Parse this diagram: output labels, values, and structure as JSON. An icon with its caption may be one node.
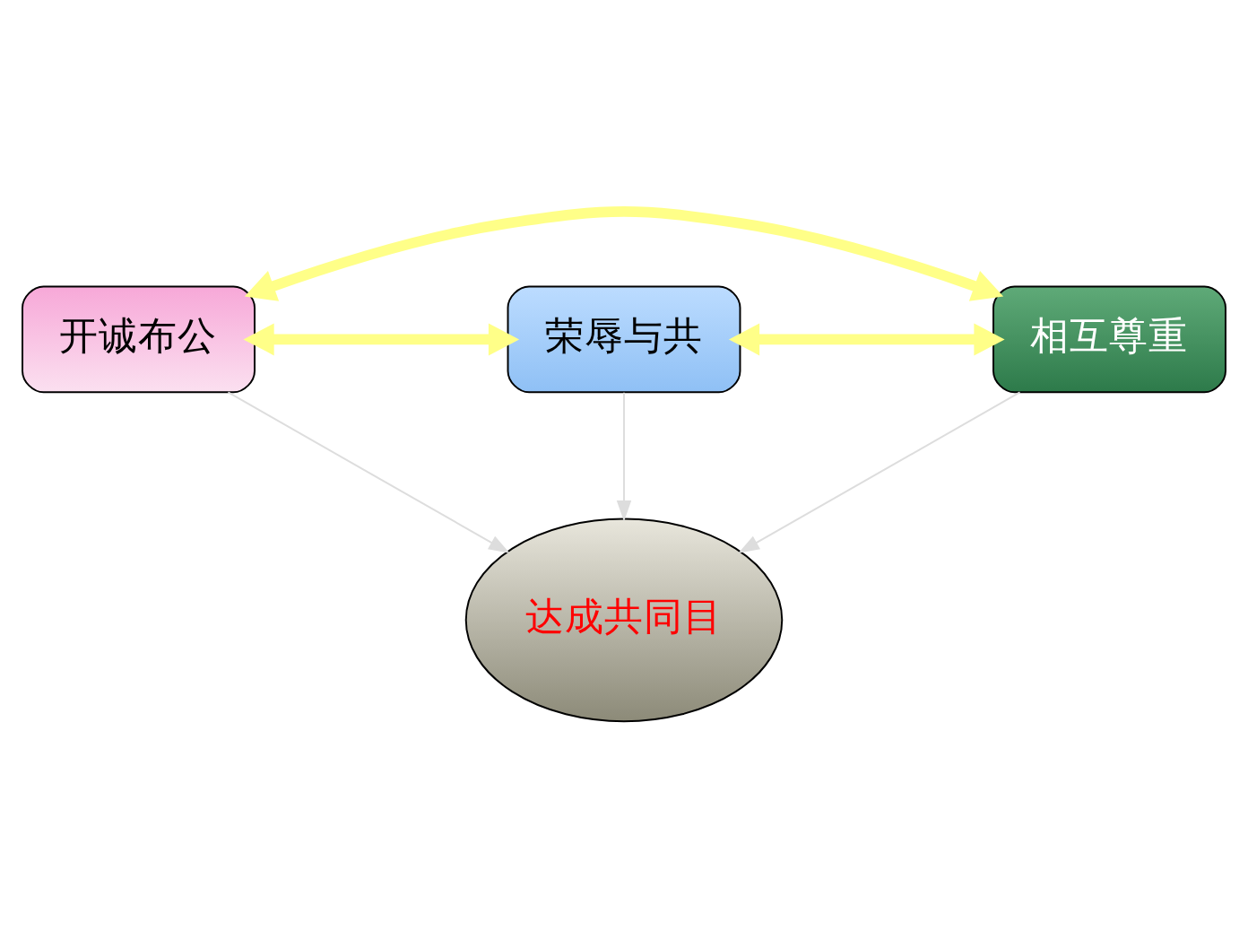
{
  "diagram": {
    "nodes": [
      {
        "text": [
          "开诚布公"
        ]
      },
      {
        "text": [
          "达成共同目"
        ]
      },
      {
        "text": [
          "荣辱与共"
        ]
      },
      {
        "text": [
          "相互尊重"
        ]
      }
    ],
    "edges": [
      {
        "from": 0,
        "to": 3,
        "arrow": "both",
        "style": "thick",
        "color": "#ffff88"
      },
      {
        "from": 3,
        "to": 2,
        "arrow": "both",
        "style": "thick",
        "color": "#ffff88"
      },
      {
        "from": 2,
        "to": 0,
        "arrow": "both",
        "style": "thick",
        "color": "#ffff88"
      },
      {
        "from": 0,
        "to": 1,
        "arrow": "to",
        "color": "#dddddd"
      },
      {
        "from": 2,
        "to": 1,
        "arrow": "to",
        "color": "#dddddd"
      },
      {
        "from": 3,
        "to": 1,
        "arrow": "to",
        "color": "#dddddd"
      }
    ]
  }
}
